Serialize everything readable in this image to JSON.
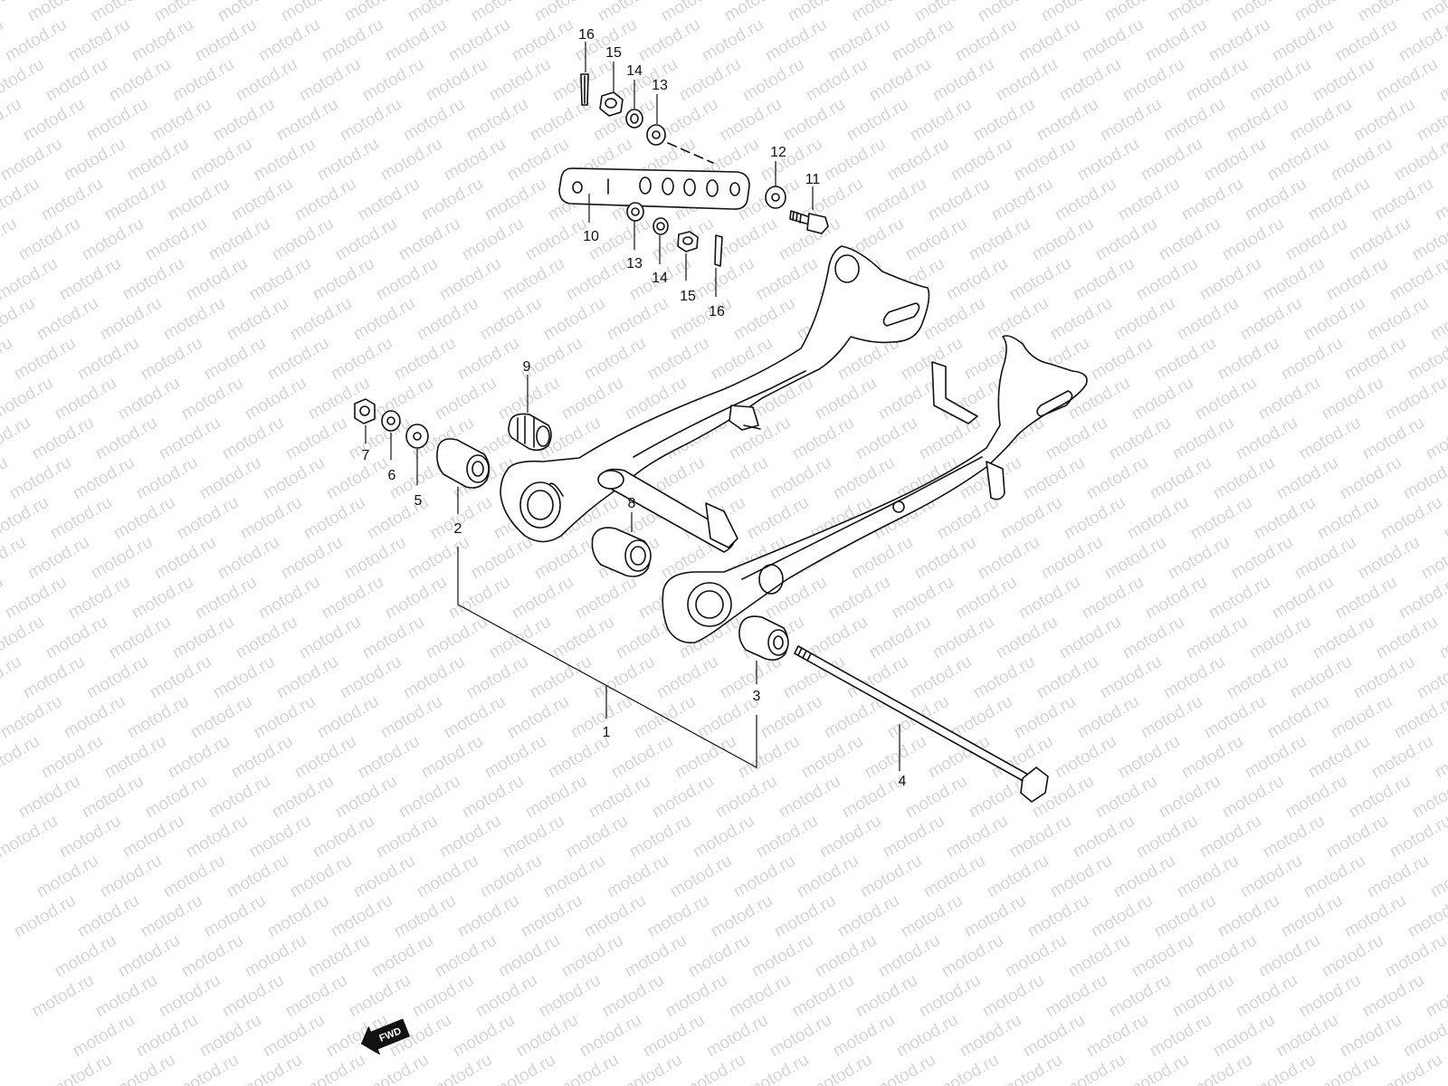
{
  "watermark": {
    "text": "motod.ru"
  },
  "callouts": [
    {
      "id": "c16a",
      "text": "16"
    },
    {
      "id": "c15a",
      "text": "15"
    },
    {
      "id": "c14a",
      "text": "14"
    },
    {
      "id": "c13a",
      "text": "13"
    },
    {
      "id": "c12",
      "text": "12"
    },
    {
      "id": "c11",
      "text": "11"
    },
    {
      "id": "c10",
      "text": "10"
    },
    {
      "id": "c13b",
      "text": "13"
    },
    {
      "id": "c14b",
      "text": "14"
    },
    {
      "id": "c15b",
      "text": "15"
    },
    {
      "id": "c16b",
      "text": "16"
    },
    {
      "id": "c9",
      "text": "9"
    },
    {
      "id": "c7",
      "text": "7"
    },
    {
      "id": "c6",
      "text": "6"
    },
    {
      "id": "c5",
      "text": "5"
    },
    {
      "id": "c2",
      "text": "2"
    },
    {
      "id": "c8",
      "text": "8"
    },
    {
      "id": "c3",
      "text": "3"
    },
    {
      "id": "c1",
      "text": "1"
    },
    {
      "id": "c4",
      "text": "4"
    }
  ],
  "fwd_badge": {
    "text": "FWD"
  }
}
